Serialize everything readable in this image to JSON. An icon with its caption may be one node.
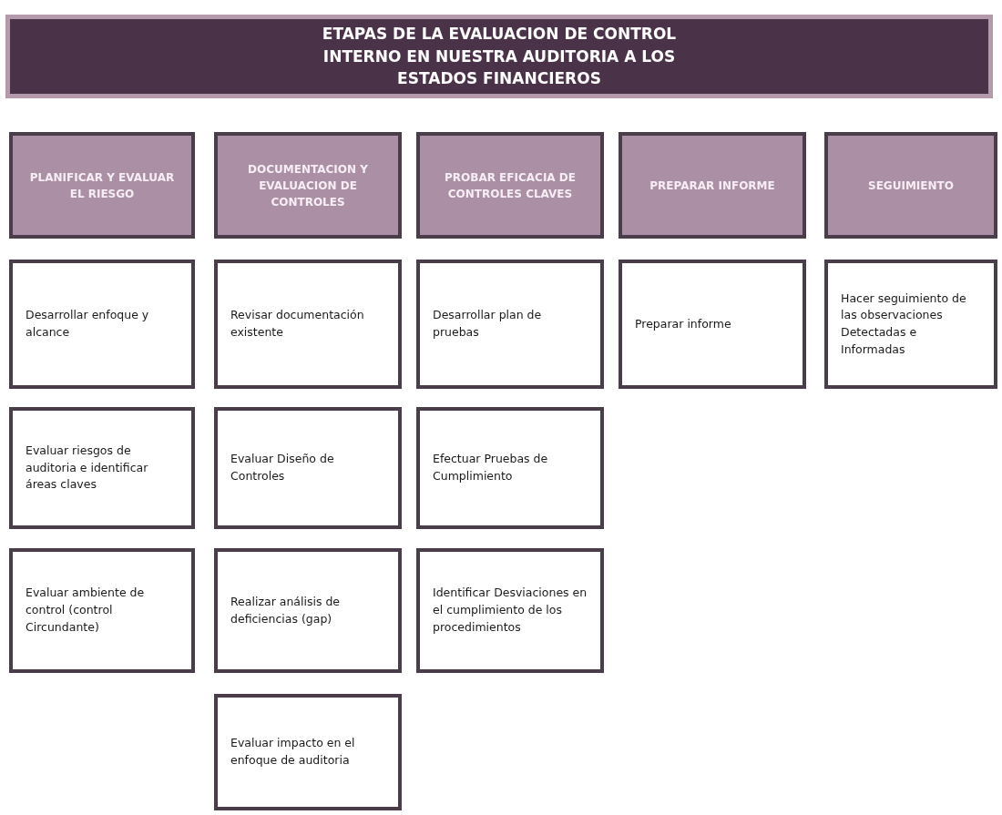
{
  "diagram": {
    "title": "ETAPAS DE LA EVALUACION DE CONTROL INTERNO EN NUESTRA AUDITORIA A LOS ESTADOS FINANCIEROS",
    "nodes": [
      {
        "text": [
          "PLANIFICAR Y EVALUAR EL RIESGO"
        ]
      },
      {
        "text": [
          "DOCUMENTACION Y EVALUACION DE CONTROLES"
        ]
      },
      {
        "text": [
          "PROBAR EFICACIA DE CONTROLES CLAVES"
        ]
      },
      {
        "text": [
          "PREPARAR INFORME"
        ]
      },
      {
        "text": [
          "SEGUIMIENTO"
        ]
      },
      {
        "text": [
          "Desarrollar enfoque y alcance"
        ]
      },
      {
        "text": [
          "Revisar documentación existente"
        ]
      },
      {
        "text": [
          "Desarrollar plan de pruebas"
        ]
      },
      {
        "text": [
          "Preparar informe"
        ]
      },
      {
        "text": [
          "Hacer seguimiento de las observaciones Detectadas e Informadas"
        ]
      },
      {
        "text": [
          "Evaluar riesgos de auditoria e identificar áreas claves"
        ]
      },
      {
        "text": [
          "Evaluar Diseño de Controles"
        ]
      },
      {
        "text": [
          "Efectuar Pruebas de Cumplimiento"
        ]
      },
      {
        "text": [
          "Evaluar ambiente de control (control Circundante)"
        ]
      },
      {
        "text": [
          "Realizar análisis de deficiencias (gap)"
        ]
      },
      {
        "text": [
          "Identificar Desviaciones en el cumplimiento de los procedimientos"
        ]
      },
      {
        "text": [
          "Evaluar impacto en el enfoque de auditoria"
        ]
      }
    ]
  }
}
